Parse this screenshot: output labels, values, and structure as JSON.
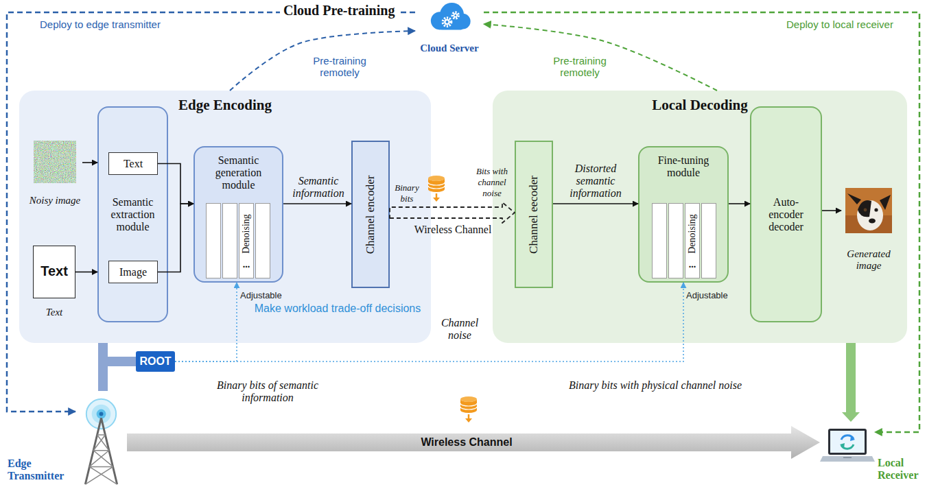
{
  "diagram": {
    "title": "Cloud Pre-training",
    "nodes": [
      {
        "text": [
          "Edge Encoding"
        ]
      },
      {
        "text": [
          "Noisy image"
        ],
        "in": 0
      },
      {
        "text": [
          "Text",
          "Text"
        ],
        "in": 0
      },
      {
        "text": [
          "Semantic extraction module"
        ],
        "in": 0
      },
      {
        "text": [
          "Text"
        ],
        "in": 3
      },
      {
        "text": [
          "Image"
        ],
        "in": 3
      },
      {
        "text": [
          "Semantic generation module"
        ],
        "in": 0
      },
      {
        "text": [
          "Denoising",
          "..."
        ],
        "in": 6
      },
      {
        "text": [
          "Channel encoder"
        ],
        "in": 0
      },
      {
        "text": [
          "Local Decoding"
        ]
      },
      {
        "text": [
          "Channel eecoder"
        ],
        "in": 9
      },
      {
        "text": [
          "Fine-tuning module"
        ],
        "in": 9
      },
      {
        "text": [
          "Denoising",
          "..."
        ],
        "in": 11
      },
      {
        "text": [
          "Auto-encoder decoder"
        ],
        "in": 9
      },
      {
        "text": [
          "Generated image"
        ],
        "in": 9
      },
      {
        "text": [
          "Cloud Server"
        ]
      },
      {
        "text": [
          "ROOT"
        ]
      },
      {
        "text": [
          "Edge Transmitter"
        ]
      },
      {
        "text": [
          "Local Receiver"
        ]
      }
    ],
    "edges": [
      {
        "from": 1,
        "to": 3,
        "arrow": "to"
      },
      {
        "from": 2,
        "to": 3,
        "arrow": "to"
      },
      {
        "from": 4,
        "to": 6,
        "arrow": "to"
      },
      {
        "from": 5,
        "to": 6,
        "arrow": "to"
      },
      {
        "from": 6,
        "to": 8,
        "arrow": "to",
        "label": "Semantic information"
      },
      {
        "from": 8,
        "to": 10,
        "arrow": "to",
        "label": "Wireless Channel"
      },
      {
        "from": 10,
        "to": 11,
        "arrow": "to",
        "label": "Distorted semantic information"
      },
      {
        "from": 11,
        "to": 13,
        "arrow": "to"
      },
      {
        "from": 13,
        "to": 14,
        "arrow": "to"
      },
      {
        "from": 0,
        "to": 15,
        "arrow": "to",
        "label": "Pre-training remotely"
      },
      {
        "from": 9,
        "to": 15,
        "arrow": "to",
        "label": "Pre-training remotely"
      },
      {
        "from": 15,
        "to": 17,
        "arrow": "to",
        "label": "Deploy to edge transmitter"
      },
      {
        "from": 15,
        "to": 18,
        "arrow": "to",
        "label": "Deploy to local receiver"
      },
      {
        "from": 16,
        "to": 6,
        "arrow": "to",
        "label": "Make workload trade-off decisions"
      },
      {
        "from": 16,
        "to": 11,
        "arrow": "to",
        "label": "Channel noise"
      },
      {
        "from": 0,
        "to": 17,
        "arrow": "none"
      },
      {
        "from": 9,
        "to": 18,
        "arrow": "to"
      },
      {
        "from": 17,
        "to": 18,
        "arrow": "to",
        "label": "Wireless Channel"
      }
    ],
    "labels": [
      "Adjustable",
      "Binary bits",
      "Bits with channel noise",
      "Adjustable",
      "Binary bits of semantic information",
      "Binary bits with physical channel noise"
    ]
  }
}
